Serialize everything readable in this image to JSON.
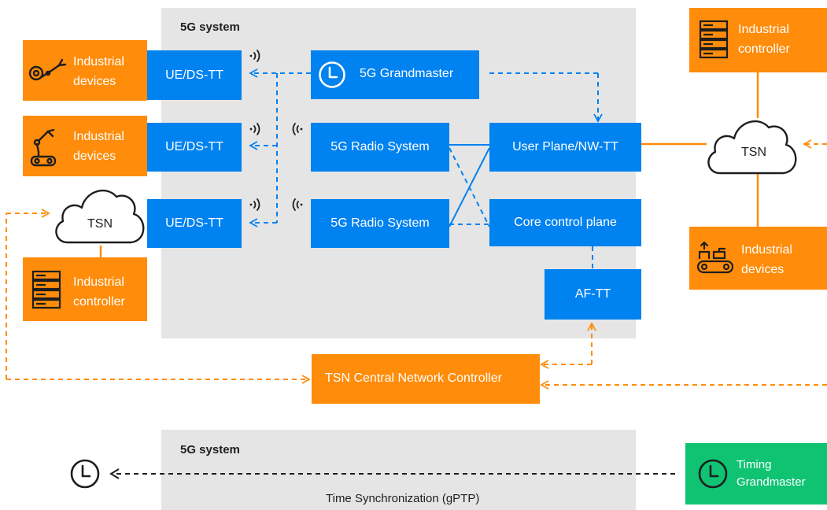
{
  "colors": {
    "blue": "#0082f0",
    "orange": "#ff8c0a",
    "green": "#0fc373",
    "panel": "#e5e5e5",
    "line": "#1e1e1e"
  },
  "top_panel": {
    "title": "5G system"
  },
  "bottom_panel": {
    "title": "5G system",
    "caption": "Time Synchronization (gPTP)"
  },
  "ue_boxes": [
    "UE/DS-TT",
    "UE/DS-TT",
    "UE/DS-TT"
  ],
  "grandmaster": {
    "label": "5G Grandmaster",
    "icon": "clock-icon"
  },
  "radio_systems": [
    "5G Radio System",
    "5G Radio System"
  ],
  "user_plane": "User Plane/NW-TT",
  "core_control": "Core control plane",
  "af_tt": "AF-TT",
  "cnc": "TSN Central Network Controller",
  "left_devices": [
    {
      "line1": "Industrial",
      "line2": "devices",
      "icon": "robot-arm-icon"
    },
    {
      "line1": "Industrial",
      "line2": "devices",
      "icon": "robot-icon"
    }
  ],
  "left_controller": {
    "line1": "Industrial",
    "line2": "controller",
    "icon": "server-rack-icon"
  },
  "right_controller": {
    "line1": "Industrial",
    "line2": "controller",
    "icon": "server-rack-icon"
  },
  "right_devices": {
    "line1": "Industrial",
    "line2": "devices",
    "icon": "conveyor-icon"
  },
  "tsn_left": "TSN",
  "tsn_right": "TSN",
  "timing_grandmaster": {
    "line1": "Timing",
    "line2": "Grandmaster",
    "icon": "clock-icon"
  }
}
